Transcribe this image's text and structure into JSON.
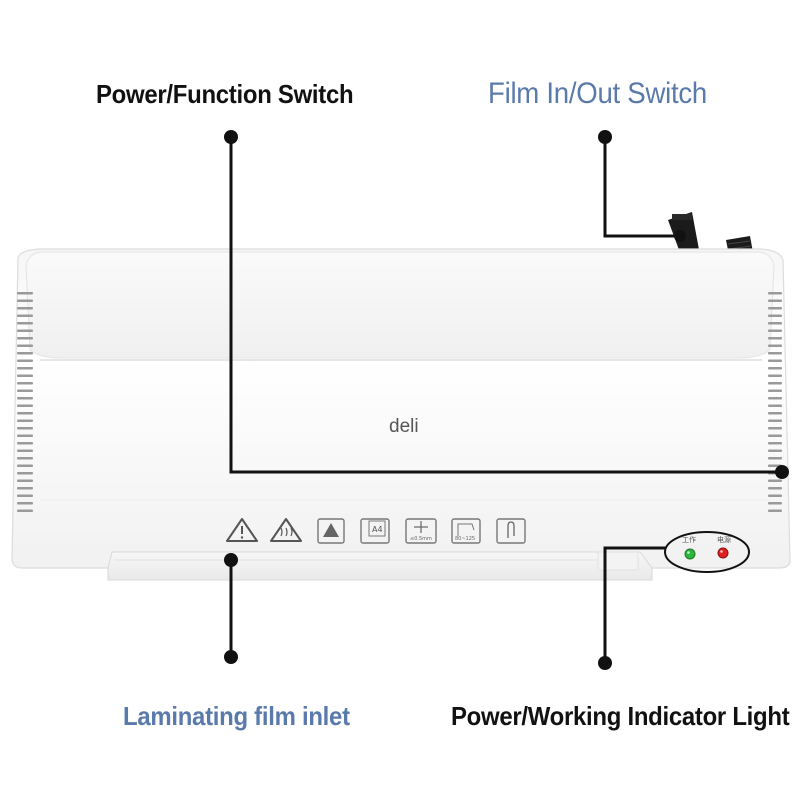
{
  "labels": {
    "power_function_switch": "Power/Function Switch",
    "film_in_out_switch": "Film In/Out Switch",
    "laminating_film_inlet": "Laminating film inlet",
    "indicator_light": "Power/Working Indicator Light"
  },
  "device": {
    "brand": "deli",
    "led_work_label": "工作",
    "led_power_label": "电源",
    "panel_icons": [
      {
        "name": "warning-icon"
      },
      {
        "name": "hot-surface-icon"
      },
      {
        "name": "paper-feed-icon"
      },
      {
        "name": "a4-size-icon",
        "text": "A4"
      },
      {
        "name": "thickness-icon",
        "text": "≤0.5mm"
      },
      {
        "name": "film-thickness-icon",
        "text": "80~125"
      },
      {
        "name": "clip-icon"
      }
    ]
  },
  "colors": {
    "label_dark": "#111111",
    "label_blue": "#5a7aac",
    "leader_line": "#111111",
    "led_work": "#2db53c",
    "led_power": "#e02020"
  }
}
